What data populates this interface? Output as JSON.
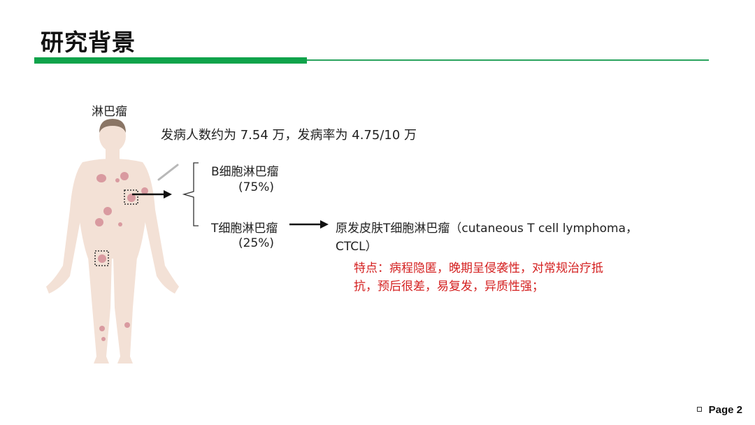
{
  "header": {
    "title": "研究背景",
    "accent_color": "#0fa34b"
  },
  "figure": {
    "label": "淋巴瘤",
    "illustration": "human-body-with-skin-lesions"
  },
  "incidence": "发病人数约为 7.54 万，发病率为 4.75/10 万",
  "branches": {
    "b_cell": {
      "name": "B细胞淋巴瘤",
      "percent": "(75%)"
    },
    "t_cell": {
      "name": "T细胞淋巴瘤",
      "percent": "(25%)"
    }
  },
  "ctcl": {
    "line1": "原发皮肤T细胞淋巴瘤（cutaneous T cell lymphoma，",
    "line2": "CTCL）"
  },
  "features": {
    "line1": "特点：病程隐匿，晚期呈侵袭性，对常规治疗抵",
    "line2": "抗，预后很差，易复发，异质性强；",
    "color": "#d42020"
  },
  "footer": {
    "page": "Page 2"
  }
}
